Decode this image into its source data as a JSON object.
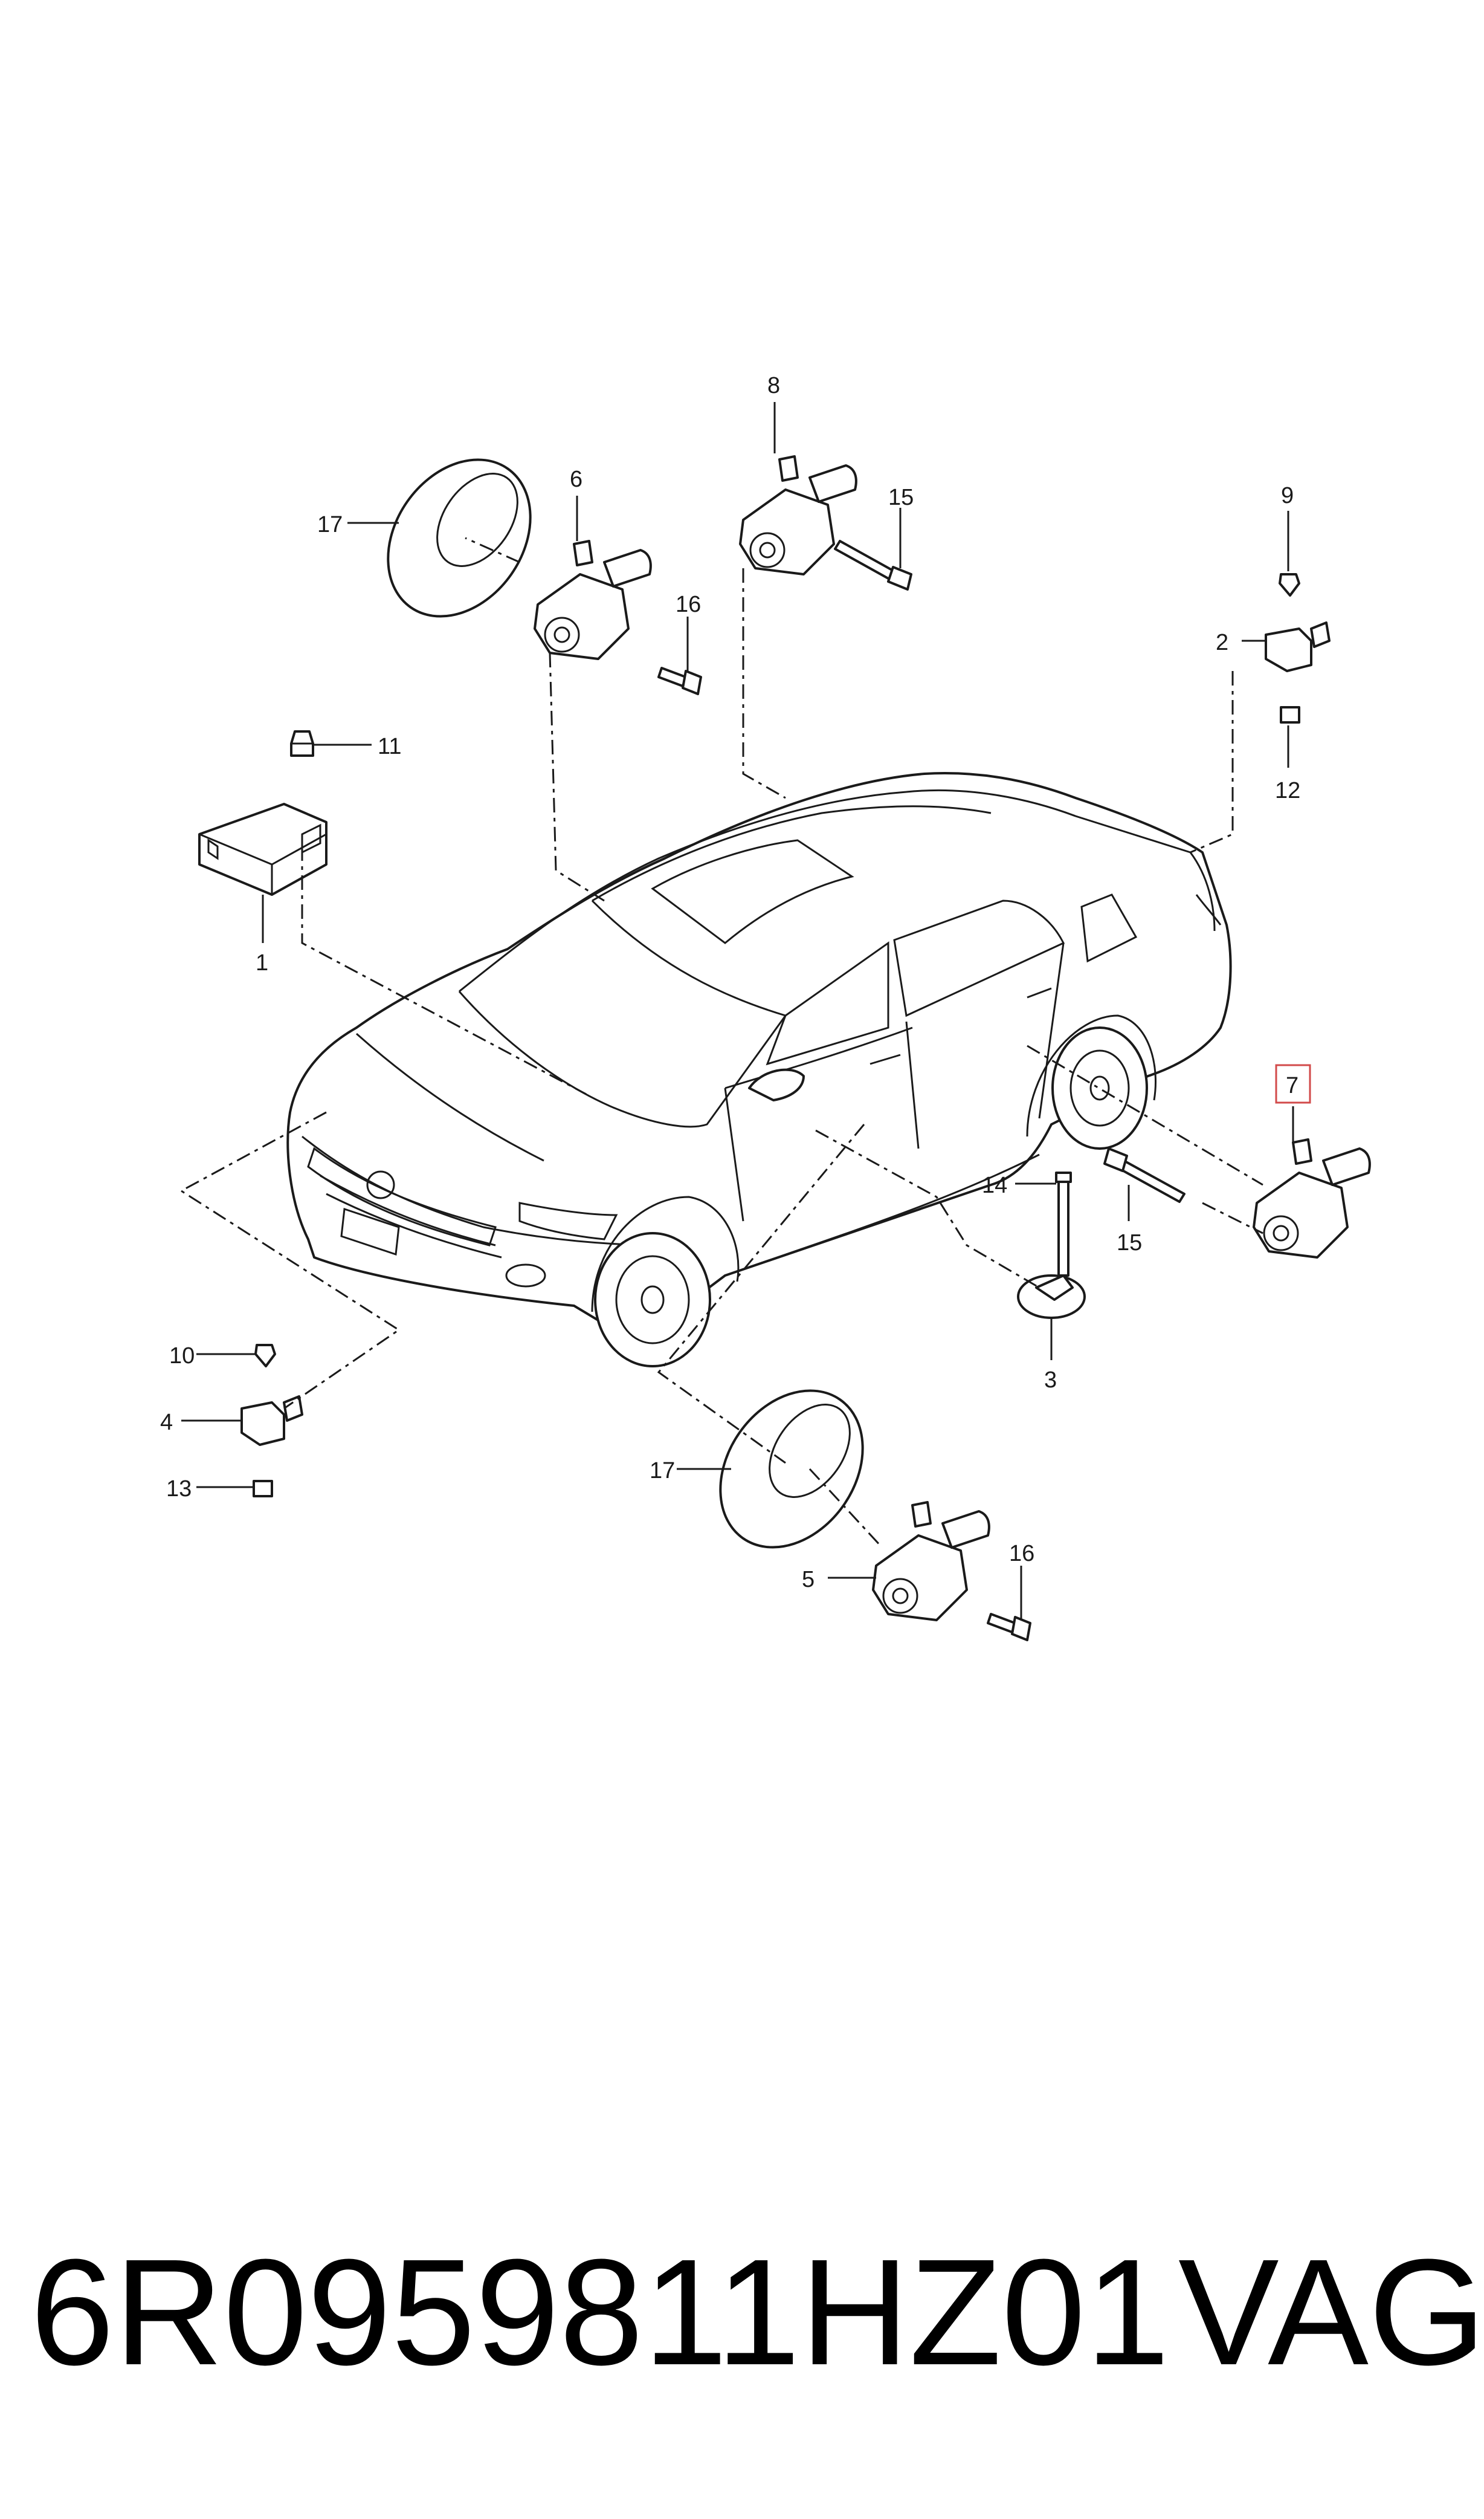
{
  "footer": {
    "part_number": "6R0959811HZ01",
    "brand": "VAG"
  },
  "callouts": {
    "c1": "1",
    "c2": "2",
    "c3": "3",
    "c4": "4",
    "c5": "5",
    "c6": "6",
    "c7": "7",
    "c8": "8",
    "c9": "9",
    "c10": "10",
    "c11": "11",
    "c12": "12",
    "c13": "13",
    "c14": "14",
    "c15a": "15",
    "c15b": "15",
    "c16a": "16",
    "c16b": "16",
    "c17a": "17",
    "c17b": "17"
  },
  "highlighted_callout": "7",
  "colors": {
    "line": "#1a1a1a",
    "highlight": "#d24a4a",
    "background": "#ffffff"
  }
}
